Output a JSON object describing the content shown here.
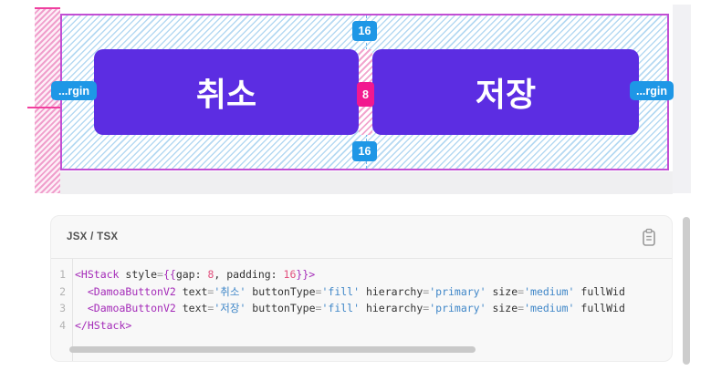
{
  "canvas": {
    "cancel_button_label": "취소",
    "save_button_label": "저장",
    "badges": {
      "padding_top": "16",
      "padding_bottom": "16",
      "gap": "8",
      "margin_left": "...rgin",
      "margin_right": "...rgin"
    },
    "colors": {
      "button_fill": "#5C2DE2",
      "box_border": "#C24FD4",
      "padding_hatch": "#B5D9F2",
      "margin_hatch": "#F09FCC",
      "badge_blue": "#1E97E6",
      "badge_pink": "#F2188F"
    }
  },
  "code_panel": {
    "title": "JSX / TSX",
    "icons": {
      "copy": "clipboard-icon"
    },
    "syntax_colors": {
      "tag": "#A42BB8",
      "attribute": "#333333",
      "string": "#4087C8",
      "number": "#E2517E"
    },
    "lines": [
      {
        "num": "1",
        "tokens": [
          {
            "c": "tag",
            "t": "<HStack"
          },
          {
            "c": "attr",
            "t": " style"
          },
          {
            "c": "eq",
            "t": "="
          },
          {
            "c": "tag",
            "t": "{{"
          },
          {
            "c": "attr",
            "t": "gap: "
          },
          {
            "c": "num",
            "t": "8"
          },
          {
            "c": "attr",
            "t": ", padding: "
          },
          {
            "c": "num",
            "t": "16"
          },
          {
            "c": "tag",
            "t": "}}>"
          }
        ]
      },
      {
        "num": "2",
        "tokens": [
          {
            "c": "attr",
            "t": "  "
          },
          {
            "c": "tag",
            "t": "<DamoaButtonV2"
          },
          {
            "c": "attr",
            "t": " text"
          },
          {
            "c": "eq",
            "t": "="
          },
          {
            "c": "str",
            "t": "'취소'"
          },
          {
            "c": "attr",
            "t": " buttonType"
          },
          {
            "c": "eq",
            "t": "="
          },
          {
            "c": "str",
            "t": "'fill'"
          },
          {
            "c": "attr",
            "t": " hierarchy"
          },
          {
            "c": "eq",
            "t": "="
          },
          {
            "c": "str",
            "t": "'primary'"
          },
          {
            "c": "attr",
            "t": " size"
          },
          {
            "c": "eq",
            "t": "="
          },
          {
            "c": "str",
            "t": "'medium'"
          },
          {
            "c": "attr",
            "t": " fullWid"
          }
        ]
      },
      {
        "num": "3",
        "tokens": [
          {
            "c": "attr",
            "t": "  "
          },
          {
            "c": "tag",
            "t": "<DamoaButtonV2"
          },
          {
            "c": "attr",
            "t": " text"
          },
          {
            "c": "eq",
            "t": "="
          },
          {
            "c": "str",
            "t": "'저장'"
          },
          {
            "c": "attr",
            "t": " buttonType"
          },
          {
            "c": "eq",
            "t": "="
          },
          {
            "c": "str",
            "t": "'fill'"
          },
          {
            "c": "attr",
            "t": " hierarchy"
          },
          {
            "c": "eq",
            "t": "="
          },
          {
            "c": "str",
            "t": "'primary'"
          },
          {
            "c": "attr",
            "t": " size"
          },
          {
            "c": "eq",
            "t": "="
          },
          {
            "c": "str",
            "t": "'medium'"
          },
          {
            "c": "attr",
            "t": " fullWid"
          }
        ]
      },
      {
        "num": "4",
        "tokens": [
          {
            "c": "tag",
            "t": "</HStack>"
          }
        ]
      }
    ]
  }
}
